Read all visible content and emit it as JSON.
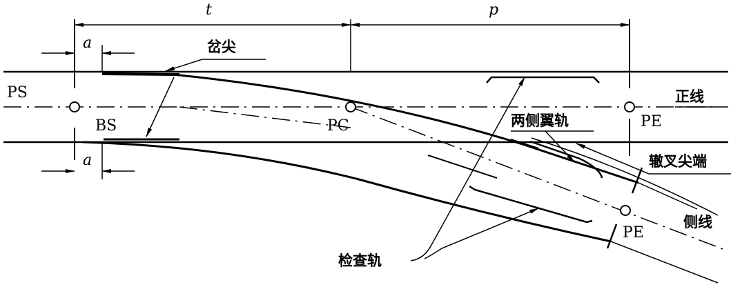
{
  "title": "Turnout layout diagram",
  "dimensions": {
    "t": "t",
    "p": "p",
    "a_top": "a",
    "a_bottom": "a"
  },
  "points": {
    "ps": "PS",
    "bs": "BS",
    "pc": "PC",
    "pe_main": "PE",
    "pe_side": "PE"
  },
  "labels": {
    "switch_point": "岔尖",
    "main_line": "正线",
    "wing_rails": "两侧翼轨",
    "frog_point": "辙叉尖端",
    "side_line": "侧线",
    "check_rail": "检查轨"
  },
  "colors": {
    "ink": "#000000",
    "background": "#ffffff"
  }
}
